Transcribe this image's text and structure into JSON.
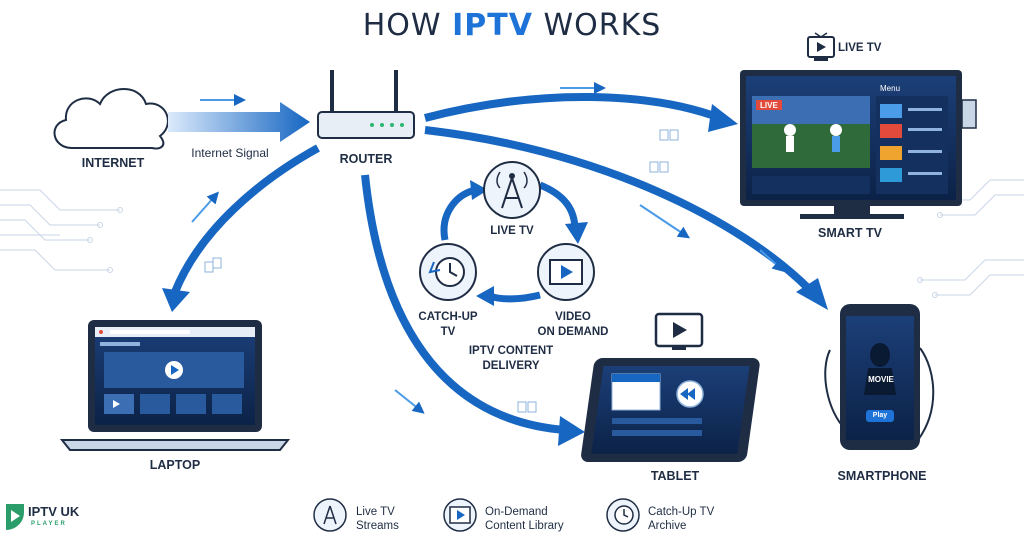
{
  "title": {
    "prefix": "HOW ",
    "accent": "IPTV",
    "suffix": " WORKS"
  },
  "nodes": {
    "internet": "INTERNET",
    "signal": "Internet Signal",
    "router": "ROUTER",
    "live_tv_top": "LIVE TV",
    "smart_tv": "SMART TV",
    "laptop": "LAPTOP",
    "tablet": "TABLET",
    "smartphone": "SMARTPHONE"
  },
  "cycle": {
    "live_tv": "LIVE TV",
    "catch_up": "CATCH-UP\nTV",
    "vod": "VIDEO\nON DEMAND",
    "caption": "IPTV CONTENT\nDELIVERY"
  },
  "screens": {
    "tv_badge": "LIVE",
    "tv_menu": "Menu",
    "phone_movie": "MOVIE",
    "phone_play": "Play"
  },
  "legend": [
    {
      "text": "Live TV\nStreams",
      "icon": "tower-icon"
    },
    {
      "text": "On-Demand\nContent Library",
      "icon": "film-icon"
    },
    {
      "text": "Catch-Up TV\nArchive",
      "icon": "clock-icon"
    }
  ],
  "logo": {
    "text": "IPTV UK",
    "sub": "PLAYER"
  },
  "colors": {
    "accent": "#1e73d8",
    "dark": "#1f2d44",
    "arrow": "#1666c2",
    "logo_green": "#2a9d6a"
  }
}
